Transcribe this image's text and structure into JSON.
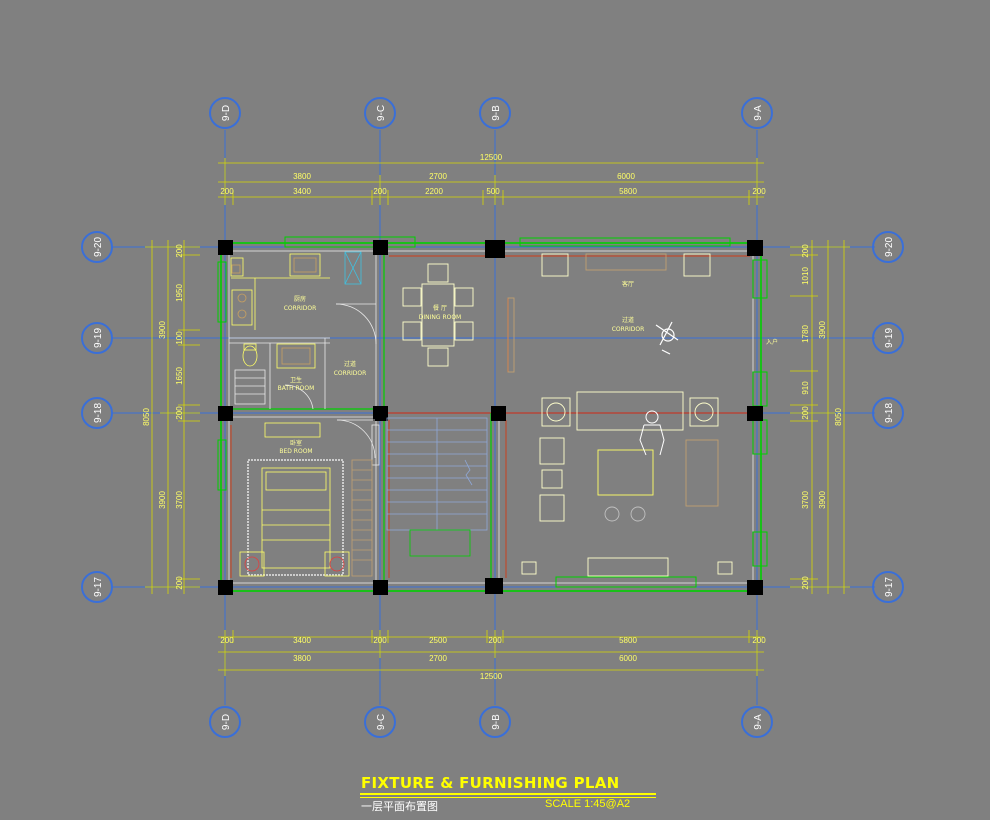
{
  "title": "FIXTURE & FURNISHING PLAN",
  "subtitle": "一层平面布置图",
  "scale": "SCALE  1:45@A2",
  "grid_top": [
    "9-D",
    "9-C",
    "9-B",
    "9-A"
  ],
  "grid_left": [
    "9-20",
    "9-19",
    "9-18",
    "9-17"
  ],
  "dims_top": {
    "total": "12500",
    "row1": [
      "3800",
      "2700",
      "6000"
    ],
    "row2": [
      "200",
      "3400",
      "200",
      "2200",
      "500",
      "5800",
      "200"
    ]
  },
  "dims_bottom": {
    "total": "12500",
    "row1": [
      "3800",
      "2700",
      "6000"
    ],
    "row2": [
      "200",
      "3400",
      "200",
      "2500",
      "200",
      "5800",
      "200"
    ]
  },
  "dims_left": {
    "total": "8050",
    "row1": [
      "3900",
      "3900"
    ],
    "row2": [
      "200",
      "1950",
      "100",
      "1650",
      "200",
      "3700",
      "200"
    ]
  },
  "dims_right": {
    "total": "8050",
    "row1": [
      "3900",
      "3900"
    ],
    "row2": [
      "200",
      "1010",
      "1780",
      "910",
      "200",
      "3700",
      "200"
    ]
  },
  "rooms": {
    "kitchen_cn": "厨房",
    "kitchen": "CORRIDOR",
    "dining_cn": "餐 厅",
    "dining": "DINING ROOM",
    "bath_cn": "卫生",
    "bath": "BATH ROOM",
    "corridor1_cn": "过道",
    "corridor1": "CORRIDOR",
    "corridor2_cn": "过道",
    "corridor2": "CORRIDOR",
    "living_cn": "客厅",
    "bed_cn": "卧室",
    "bed": "BED ROOM",
    "entry": "入户"
  }
}
